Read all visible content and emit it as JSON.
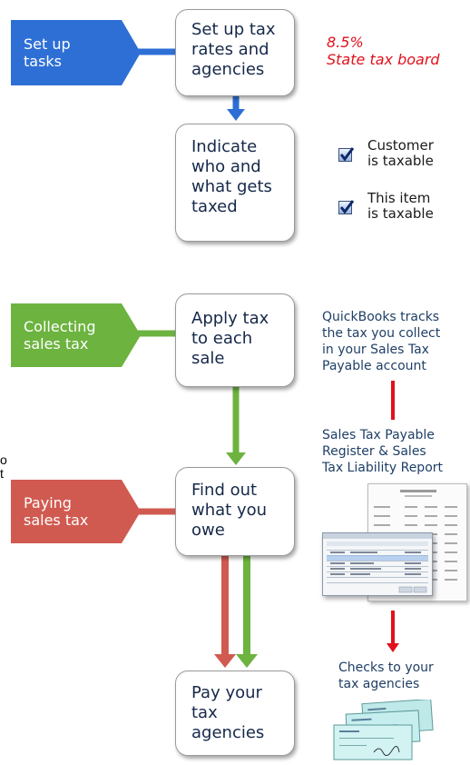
{
  "tags": {
    "setup": {
      "lines": [
        "Set up",
        "tasks"
      ],
      "color": "#2e6fd6"
    },
    "collecting": {
      "lines": [
        "Collecting",
        "sales tax"
      ],
      "color": "#6cb33f"
    },
    "paying": {
      "lines": [
        "Paying",
        "sales tax"
      ],
      "color": "#d15a50"
    }
  },
  "steps": {
    "setup_rates": [
      "Set up tax",
      "rates and",
      "agencies"
    ],
    "indicate": [
      "Indicate",
      "who and",
      "what gets",
      "taxed"
    ],
    "apply": [
      "Apply tax",
      "to each",
      "sale"
    ],
    "find_out": [
      "Find out",
      "what you",
      "owe"
    ],
    "pay": [
      "Pay your",
      "tax",
      "agencies"
    ]
  },
  "rate_example": {
    "rate": "8.5%",
    "agency": "State tax board"
  },
  "checkboxes": [
    {
      "lines": [
        "Customer",
        "is taxable"
      ],
      "checked": true
    },
    {
      "lines": [
        "This item",
        "is taxable"
      ],
      "checked": true
    }
  ],
  "notes": {
    "tracks": [
      "QuickBooks tracks",
      "the tax you collect",
      "in your Sales Tax",
      "Payable account"
    ],
    "register": [
      "Sales Tax Payable",
      "Register & Sales",
      "Tax Liability Report"
    ],
    "checks": [
      "Checks to your",
      "tax agencies"
    ]
  },
  "edge_fragments": [
    "o",
    "t"
  ],
  "colors": {
    "blue": "#2e6fd6",
    "green": "#6cb33f",
    "red": "#d15a50",
    "alert": "#e0111c"
  }
}
